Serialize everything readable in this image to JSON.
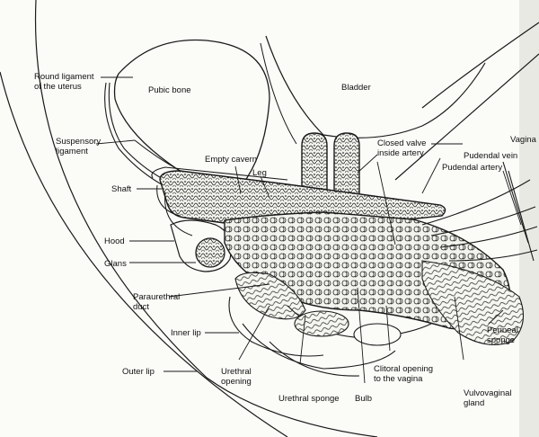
{
  "diagram": {
    "labels": {
      "round_ligament": [
        "Round ligament",
        "of the uterus"
      ],
      "pubic_bone": [
        "Pubic bone"
      ],
      "bladder": [
        "Bladder"
      ],
      "suspensory_ligament": [
        "Suspensory",
        "ligament"
      ],
      "empty_cavern": [
        "Empty cavern"
      ],
      "leg": [
        "Leg"
      ],
      "closed_valve": [
        "Closed valve",
        "inside artery"
      ],
      "vagina": [
        "Vagina"
      ],
      "pudendal_vein": [
        "Pudendal vein"
      ],
      "pudendal_artery": [
        "Pudendal artery"
      ],
      "shaft": [
        "Shaft"
      ],
      "hood": [
        "Hood"
      ],
      "glans": [
        "Glans"
      ],
      "paraurethral_duct": [
        "Paraurethral",
        "duct"
      ],
      "inner_lip": [
        "Inner lip"
      ],
      "perineal_sponge": [
        "Perineal",
        "sponge"
      ],
      "outer_lip": [
        "Outer lip"
      ],
      "urethral_opening": [
        "Urethral",
        "opening"
      ],
      "urethral_sponge": [
        "Urethral sponge"
      ],
      "bulb": [
        "Bulb"
      ],
      "clitoral_opening": [
        "Clitoral opening",
        "to the vagina"
      ],
      "vulvovaginal_gland": [
        "Vulvovaginal",
        "gland"
      ]
    },
    "colors": {
      "ink": "#1a1a1a",
      "paper": "#fbfbf8"
    }
  }
}
